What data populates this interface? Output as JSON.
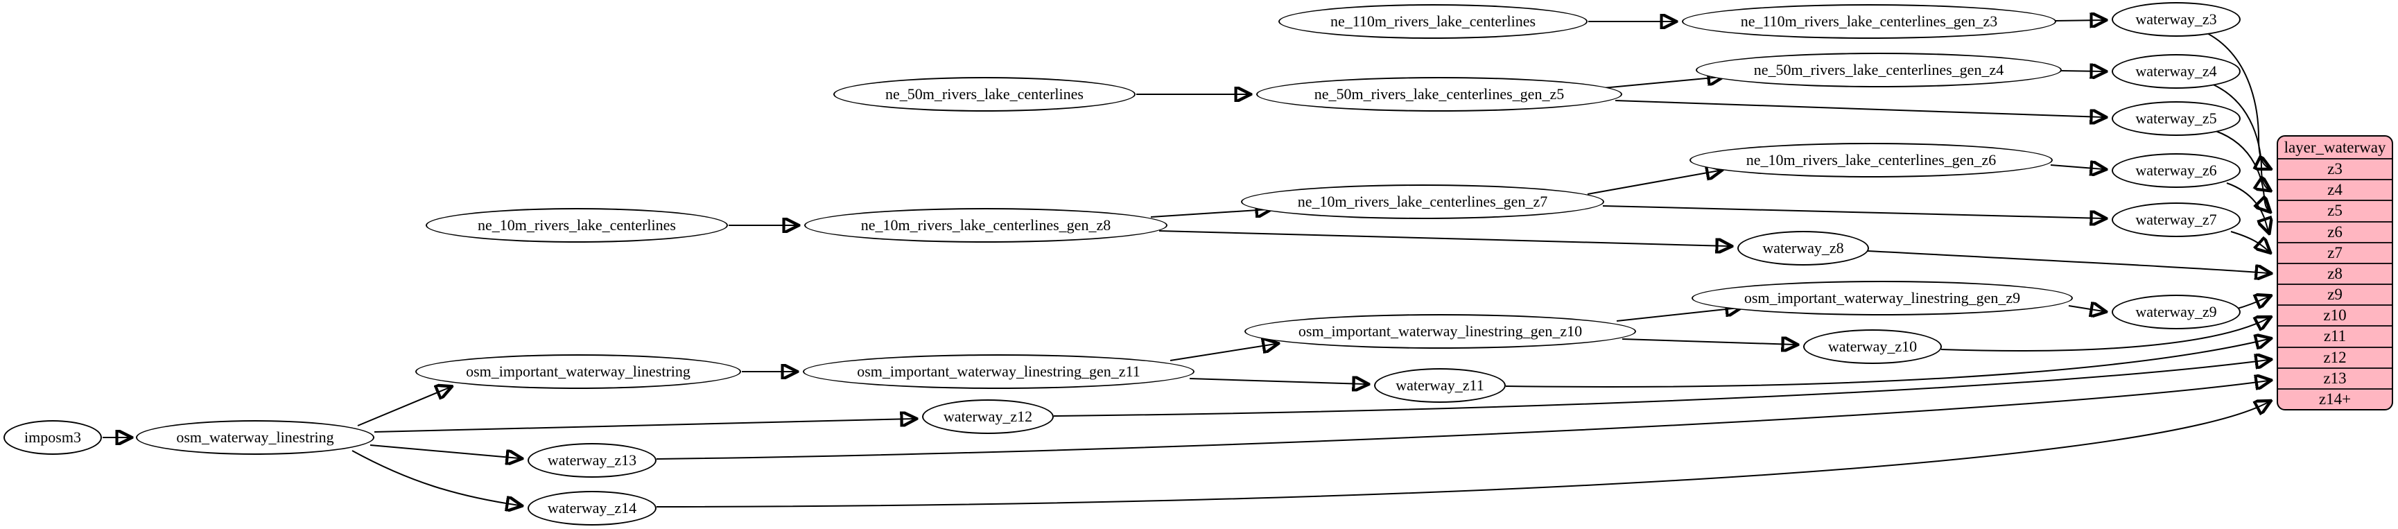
{
  "colors": {
    "background": "#ffffff",
    "edge": "#000000",
    "node_fill": "#ffffff",
    "node_border": "#000000",
    "table_fill": "#ffb6c1",
    "table_border": "#000000"
  },
  "nodes": {
    "imposm3": "imposm3",
    "osm_waterway_linestring": "osm_waterway_linestring",
    "osm_important_waterway_linestring": "osm_important_waterway_linestring",
    "osm_important_waterway_linestring_gen_z11": "osm_important_waterway_linestring_gen_z11",
    "osm_important_waterway_linestring_gen_z10": "osm_important_waterway_linestring_gen_z10",
    "osm_important_waterway_linestring_gen_z9": "osm_important_waterway_linestring_gen_z9",
    "ne_110m_rivers_lake_centerlines": "ne_110m_rivers_lake_centerlines",
    "ne_110m_rivers_lake_centerlines_gen_z3": "ne_110m_rivers_lake_centerlines_gen_z3",
    "ne_50m_rivers_lake_centerlines": "ne_50m_rivers_lake_centerlines",
    "ne_50m_rivers_lake_centerlines_gen_z5": "ne_50m_rivers_lake_centerlines_gen_z5",
    "ne_50m_rivers_lake_centerlines_gen_z4": "ne_50m_rivers_lake_centerlines_gen_z4",
    "ne_10m_rivers_lake_centerlines": "ne_10m_rivers_lake_centerlines",
    "ne_10m_rivers_lake_centerlines_gen_z8": "ne_10m_rivers_lake_centerlines_gen_z8",
    "ne_10m_rivers_lake_centerlines_gen_z7": "ne_10m_rivers_lake_centerlines_gen_z7",
    "ne_10m_rivers_lake_centerlines_gen_z6": "ne_10m_rivers_lake_centerlines_gen_z6",
    "waterway_z3": "waterway_z3",
    "waterway_z4": "waterway_z4",
    "waterway_z5": "waterway_z5",
    "waterway_z6": "waterway_z6",
    "waterway_z7": "waterway_z7",
    "waterway_z8": "waterway_z8",
    "waterway_z9": "waterway_z9",
    "waterway_z10": "waterway_z10",
    "waterway_z11": "waterway_z11",
    "waterway_z12": "waterway_z12",
    "waterway_z13": "waterway_z13",
    "waterway_z14": "waterway_z14"
  },
  "layer_table": {
    "title": "layer_waterway",
    "rows": [
      "z3",
      "z4",
      "z5",
      "z6",
      "z7",
      "z8",
      "z9",
      "z10",
      "z11",
      "z12",
      "z13",
      "z14+"
    ]
  },
  "edges": [
    {
      "from": "imposm3",
      "to": "osm_waterway_linestring"
    },
    {
      "from": "osm_waterway_linestring",
      "to": "osm_important_waterway_linestring"
    },
    {
      "from": "osm_waterway_linestring",
      "to": "waterway_z12"
    },
    {
      "from": "osm_waterway_linestring",
      "to": "waterway_z13"
    },
    {
      "from": "osm_waterway_linestring",
      "to": "waterway_z14"
    },
    {
      "from": "osm_important_waterway_linestring",
      "to": "osm_important_waterway_linestring_gen_z11"
    },
    {
      "from": "osm_important_waterway_linestring_gen_z11",
      "to": "osm_important_waterway_linestring_gen_z10"
    },
    {
      "from": "osm_important_waterway_linestring_gen_z11",
      "to": "waterway_z11"
    },
    {
      "from": "osm_important_waterway_linestring_gen_z10",
      "to": "osm_important_waterway_linestring_gen_z9"
    },
    {
      "from": "osm_important_waterway_linestring_gen_z10",
      "to": "waterway_z10"
    },
    {
      "from": "osm_important_waterway_linestring_gen_z9",
      "to": "waterway_z9"
    },
    {
      "from": "ne_10m_rivers_lake_centerlines",
      "to": "ne_10m_rivers_lake_centerlines_gen_z8"
    },
    {
      "from": "ne_10m_rivers_lake_centerlines_gen_z8",
      "to": "ne_10m_rivers_lake_centerlines_gen_z7"
    },
    {
      "from": "ne_10m_rivers_lake_centerlines_gen_z8",
      "to": "waterway_z8"
    },
    {
      "from": "ne_10m_rivers_lake_centerlines_gen_z7",
      "to": "ne_10m_rivers_lake_centerlines_gen_z6"
    },
    {
      "from": "ne_10m_rivers_lake_centerlines_gen_z7",
      "to": "waterway_z7"
    },
    {
      "from": "ne_10m_rivers_lake_centerlines_gen_z6",
      "to": "waterway_z6"
    },
    {
      "from": "ne_50m_rivers_lake_centerlines",
      "to": "ne_50m_rivers_lake_centerlines_gen_z5"
    },
    {
      "from": "ne_50m_rivers_lake_centerlines_gen_z5",
      "to": "ne_50m_rivers_lake_centerlines_gen_z4"
    },
    {
      "from": "ne_50m_rivers_lake_centerlines_gen_z5",
      "to": "waterway_z5"
    },
    {
      "from": "ne_50m_rivers_lake_centerlines_gen_z4",
      "to": "waterway_z4"
    },
    {
      "from": "ne_110m_rivers_lake_centerlines",
      "to": "ne_110m_rivers_lake_centerlines_gen_z3"
    },
    {
      "from": "ne_110m_rivers_lake_centerlines_gen_z3",
      "to": "waterway_z3"
    },
    {
      "from": "waterway_z3",
      "to": "layer_waterway.z3"
    },
    {
      "from": "waterway_z4",
      "to": "layer_waterway.z4"
    },
    {
      "from": "waterway_z5",
      "to": "layer_waterway.z5"
    },
    {
      "from": "waterway_z6",
      "to": "layer_waterway.z6"
    },
    {
      "from": "waterway_z7",
      "to": "layer_waterway.z7"
    },
    {
      "from": "waterway_z8",
      "to": "layer_waterway.z8"
    },
    {
      "from": "waterway_z9",
      "to": "layer_waterway.z9"
    },
    {
      "from": "waterway_z10",
      "to": "layer_waterway.z10"
    },
    {
      "from": "waterway_z11",
      "to": "layer_waterway.z11"
    },
    {
      "from": "waterway_z12",
      "to": "layer_waterway.z12"
    },
    {
      "from": "waterway_z13",
      "to": "layer_waterway.z13"
    },
    {
      "from": "waterway_z14",
      "to": "layer_waterway.z14+"
    }
  ]
}
